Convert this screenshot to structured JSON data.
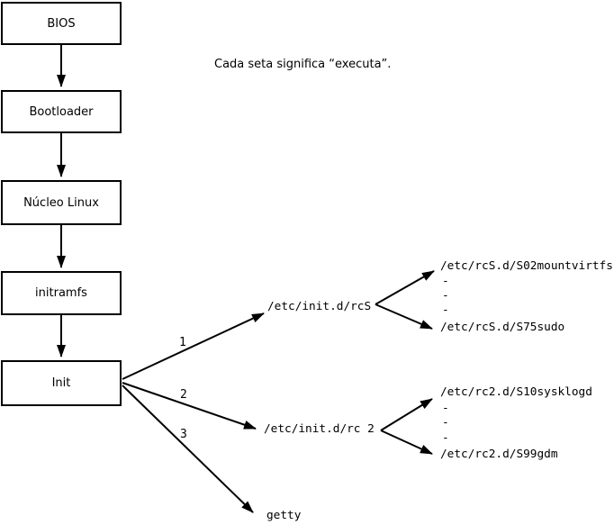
{
  "note": "Cada seta significa “executa”.",
  "flow_boxes": [
    {
      "label": "BIOS"
    },
    {
      "label": "Bootloader"
    },
    {
      "label": "Núcleo Linux"
    },
    {
      "label": "initramfs"
    },
    {
      "label": "Init"
    }
  ],
  "arrow_labels": [
    "1",
    "2",
    "3"
  ],
  "branches": {
    "rcS": {
      "target": "/etc/init.d/rcS",
      "scripts_first": "/etc/rcS.d/S02mountvirtfs",
      "dots": [
        "-",
        "-",
        "-"
      ],
      "scripts_last": "/etc/rcS.d/S75sudo"
    },
    "rc2": {
      "target": "/etc/init.d/rc 2",
      "scripts_first": "/etc/rc2.d/S10sysklogd",
      "dots": [
        "-",
        "-",
        "-"
      ],
      "scripts_last": "/etc/rc2.d/S99gdm"
    },
    "getty": {
      "target": "getty"
    }
  },
  "colors": {
    "line": "#000000",
    "background": "#ffffff",
    "box_fill": "#ffffff"
  }
}
